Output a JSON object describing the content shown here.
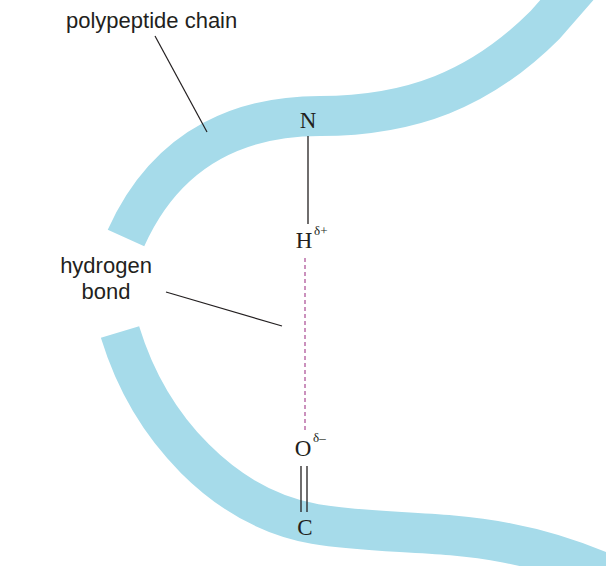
{
  "diagram": {
    "labels": [
      "polypeptide chain",
      "hydrogen bond",
      "N",
      "H",
      "δ+",
      "O",
      "δ–",
      "C"
    ]
  }
}
